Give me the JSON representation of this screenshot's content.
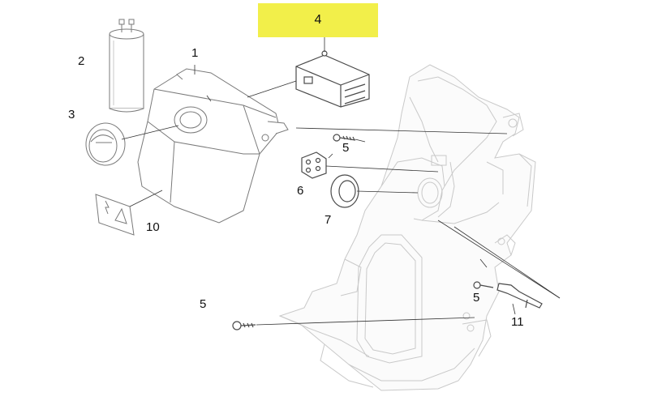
{
  "highlight": {
    "label": "4",
    "color": "#f2ef4a"
  },
  "callouts": {
    "c1": "1",
    "c2": "2",
    "c3": "3",
    "c5a": "5",
    "c5b": "5",
    "c5c": "5",
    "c6": "6",
    "c7": "7",
    "c10": "10",
    "c11": "11"
  }
}
